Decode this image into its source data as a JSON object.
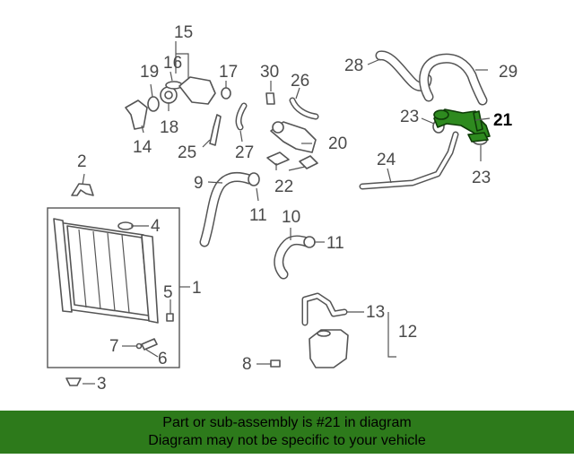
{
  "diagram": {
    "callouts": {
      "c1": "1",
      "c2": "2",
      "c3": "3",
      "c4": "4",
      "c5": "5",
      "c6": "6",
      "c7": "7",
      "c8": "8",
      "c9": "9",
      "c10": "10",
      "c11a": "11",
      "c11b": "11",
      "c12": "12",
      "c13": "13",
      "c14": "14",
      "c15": "15",
      "c16": "16",
      "c17": "17",
      "c18": "18",
      "c19": "19",
      "c20": "20",
      "c21": "21",
      "c22": "22",
      "c23a": "23",
      "c23b": "23",
      "c24": "24",
      "c25": "25",
      "c26": "26",
      "c27": "27",
      "c28": "28",
      "c29": "29",
      "c30": "30"
    },
    "highlight_color": "#2e8a1f"
  },
  "banner": {
    "line1": "Part or sub-assembly is #21 in diagram",
    "line2": "Diagram may not be specific to your vehicle",
    "background": "#2d7a1b"
  }
}
